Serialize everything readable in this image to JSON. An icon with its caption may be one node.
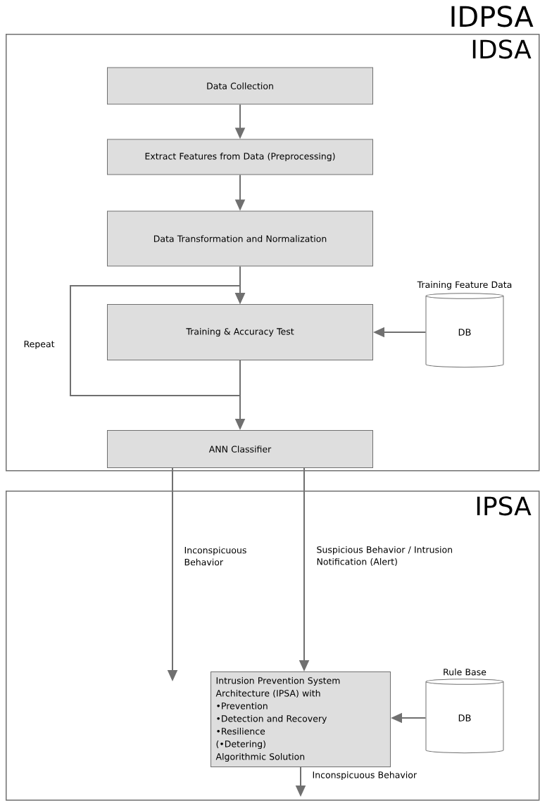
{
  "diagram": {
    "title": "IDPSA",
    "nodes": [
      {
        "text": [
          "IDSA"
        ]
      },
      {
        "text": [
          "Data Collection"
        ],
        "in": 0
      },
      {
        "text": [
          "Extract Features from Data (Preprocessing)"
        ],
        "in": 0
      },
      {
        "text": [
          "Data Transformation and Normalization"
        ],
        "in": 0
      },
      {
        "text": [
          "Training & Accuracy Test"
        ],
        "in": 0
      },
      {
        "text": [
          "DB"
        ],
        "beside": [
          "Training Feature Data"
        ],
        "in": 0
      },
      {
        "text": [
          "ANN Classifier"
        ],
        "in": 0
      },
      {
        "text": [
          "IPSA"
        ]
      },
      {
        "text": [
          "Intrusion Prevention System Architecture (IPSA) with",
          "•Prevention",
          "•Detection and Recovery",
          "•Resilience",
          "(•Detering)",
          "Algorithmic Solution"
        ],
        "in": 7
      },
      {
        "text": [
          "DB"
        ],
        "beside": [
          "Rule Base"
        ],
        "in": 7
      }
    ],
    "edges": [
      {
        "from": 1,
        "to": 2,
        "arrow": "to"
      },
      {
        "from": 2,
        "to": 3,
        "arrow": "to"
      },
      {
        "from": 3,
        "to": 4,
        "arrow": "to"
      },
      {
        "from": 4,
        "to": 6,
        "arrow": "to"
      },
      {
        "from": 4,
        "to": 4,
        "arrow": "to",
        "label": "Repeat"
      },
      {
        "from": 5,
        "to": 4,
        "arrow": "to"
      },
      {
        "from": 6,
        "to": null,
        "arrow": "to",
        "label": "Inconspicuous Behavior"
      },
      {
        "from": 6,
        "to": 8,
        "arrow": "to",
        "label": "Suspicious Behavior / Intrusion Notification (Alert)"
      },
      {
        "from": 9,
        "to": 8,
        "arrow": "to"
      },
      {
        "from": 8,
        "to": null,
        "arrow": "to",
        "label": "Inconspicuous Behavior"
      }
    ]
  }
}
